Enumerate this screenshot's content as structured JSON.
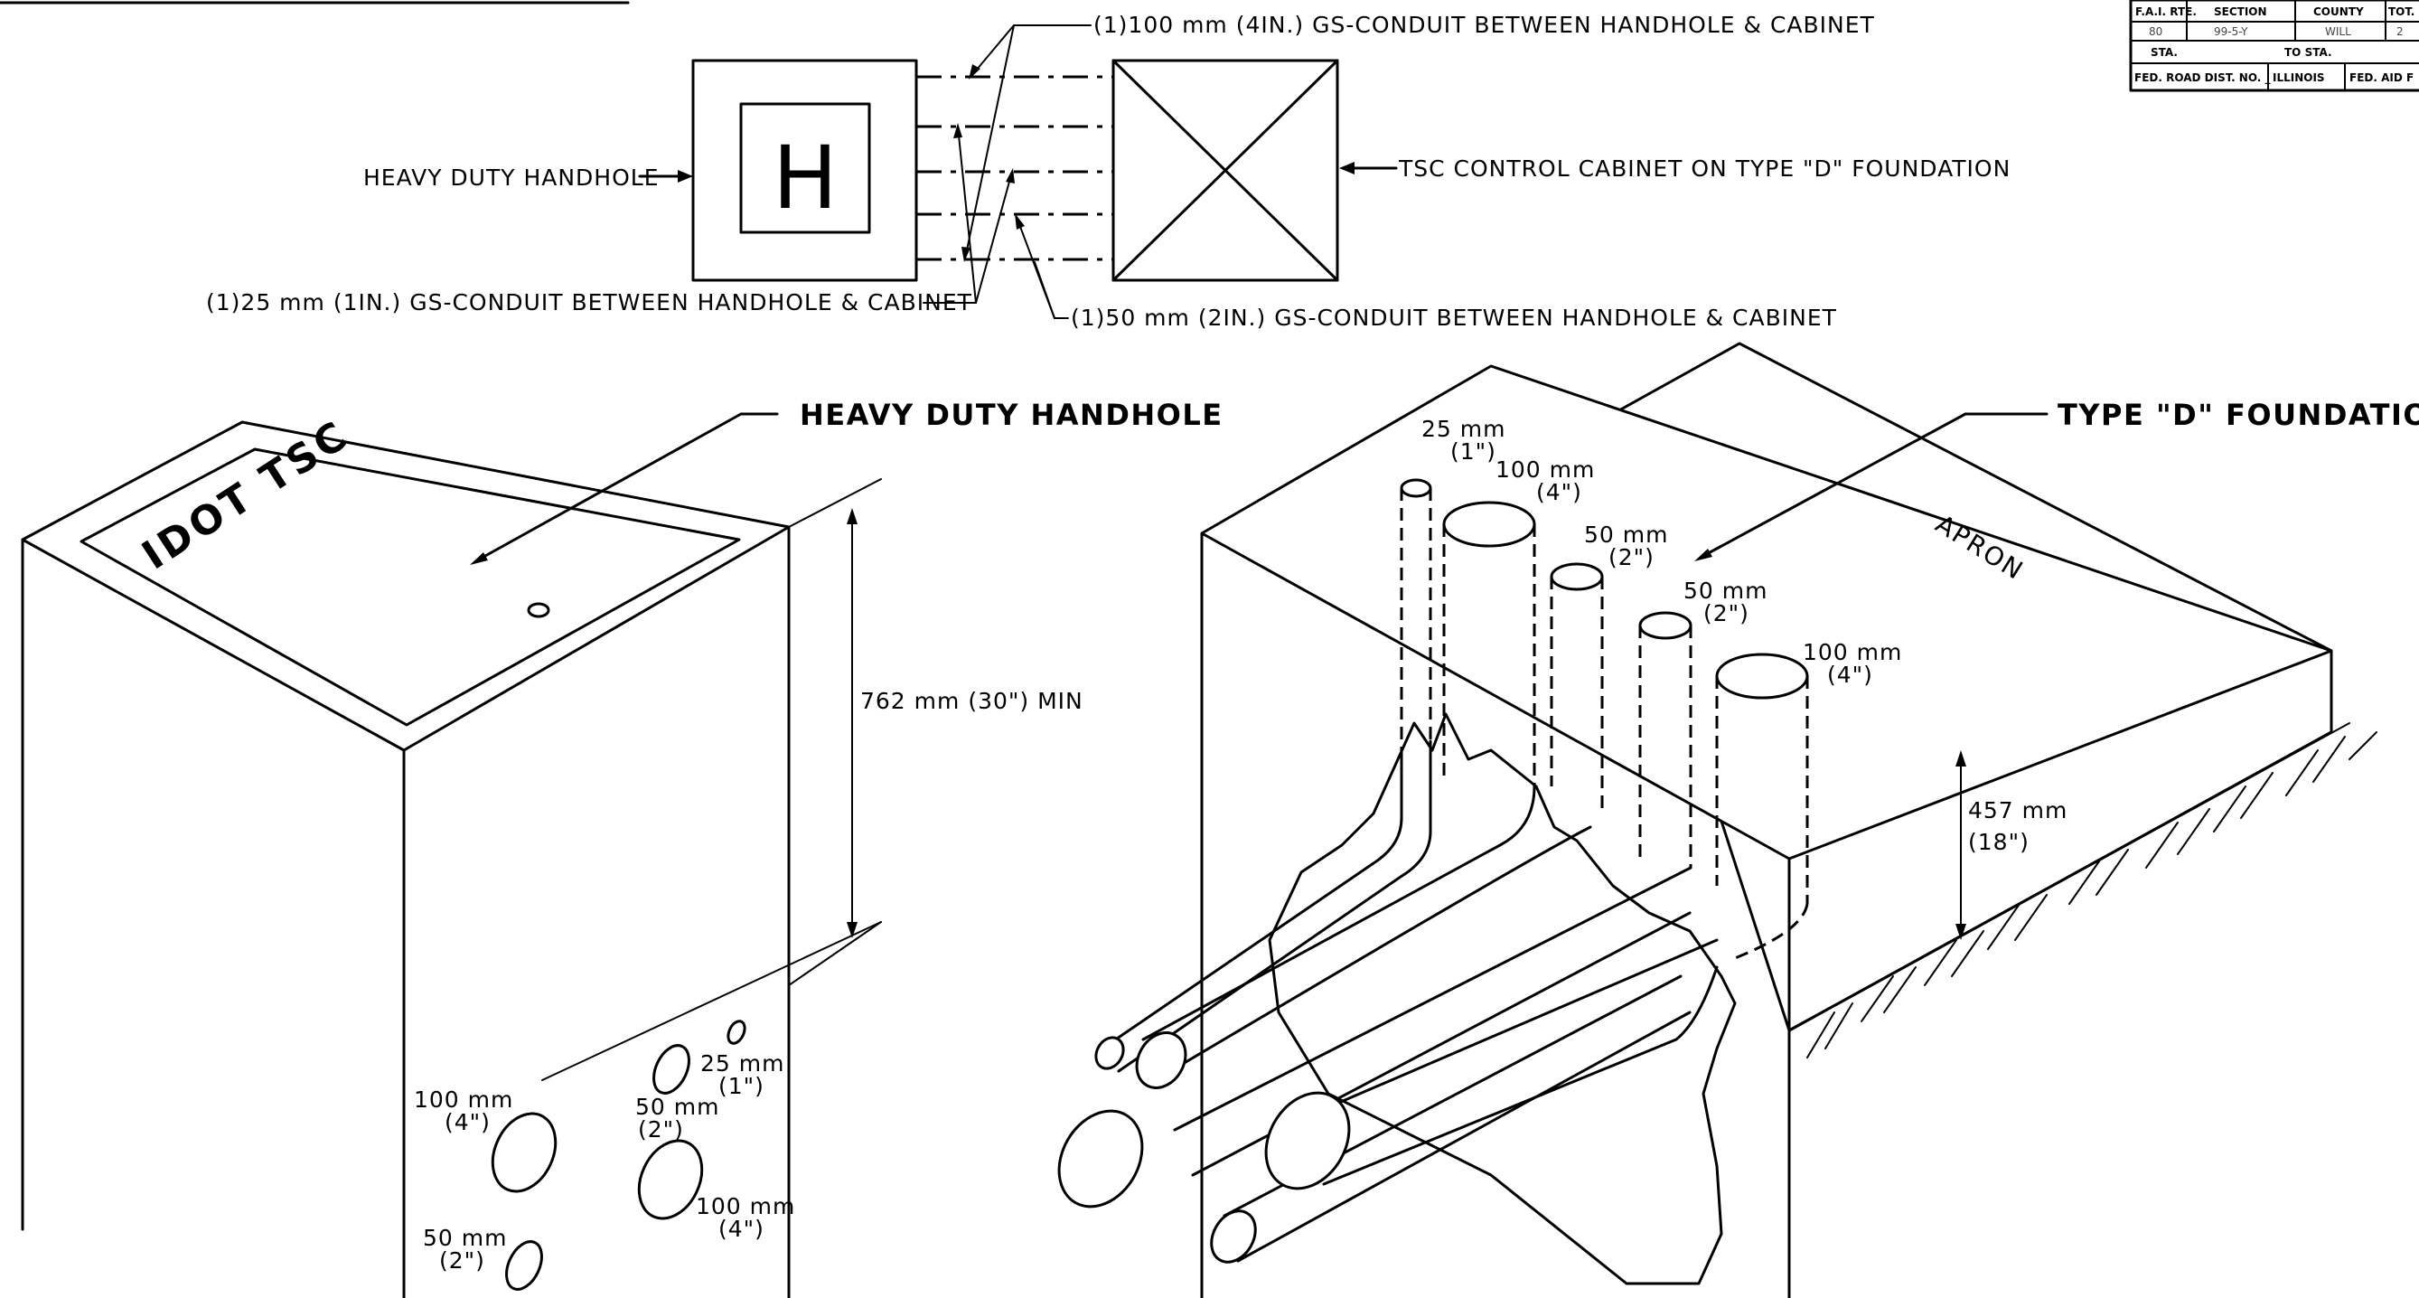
{
  "title_block": {
    "headers": [
      "F.A.I. RTE.",
      "SECTION",
      "COUNTY",
      "TOTAL SHEETS"
    ],
    "header_short": [
      "F.A.I. RTE.",
      "SECTION",
      "COUNTY",
      "TOT. SHE."
    ],
    "values": [
      "80",
      "99-5-Y",
      "WILL",
      "2"
    ],
    "sta_label": "STA.",
    "to_sta_label": "TO STA.",
    "bottom_left": "FED. ROAD DIST. NO. _",
    "bottom_mid": "ILLINOIS",
    "bottom_right": "FED. AID F"
  },
  "plan_view": {
    "handhole_letter": "H",
    "label_handhole": "HEAVY DUTY HANDHOLE",
    "label_cabinet": "TSC CONTROL CABINET ON TYPE \"D\" FOUNDATION",
    "label_conduit_100": "(1)100 mm (4IN.) GS-CONDUIT BETWEEN HANDHOLE & CABINET",
    "label_conduit_25": "(1)25 mm (1IN.) GS-CONDUIT BETWEEN HANDHOLE & CABINET",
    "label_conduit_50": "(1)50 mm (2IN.) GS-CONDUIT BETWEEN HANDHOLE & CABINET"
  },
  "handhole_view": {
    "title": "HEAVY DUTY HANDHOLE",
    "lid_text": "IDOT TSC",
    "depth_dim": "762 mm (30\") MIN",
    "openings": [
      {
        "metric": "100 mm",
        "imperial": "(4\")"
      },
      {
        "metric": "25 mm",
        "imperial": "(1\")"
      },
      {
        "metric": "50 mm",
        "imperial": "(2\")"
      },
      {
        "metric": "100 mm",
        "imperial": "(4\")"
      },
      {
        "metric": "50 mm",
        "imperial": "(2\")"
      }
    ]
  },
  "foundation_view": {
    "title": "TYPE \"D\" FOUNDATION",
    "apron_label": "APRON",
    "depth_metric": "457 mm",
    "depth_imperial": "(18\")",
    "conduits": [
      {
        "metric": "25 mm",
        "imperial": "(1\")"
      },
      {
        "metric": "100 mm",
        "imperial": "(4\")"
      },
      {
        "metric": "50 mm",
        "imperial": "(2\")"
      },
      {
        "metric": "50 mm",
        "imperial": "(2\")"
      },
      {
        "metric": "100 mm",
        "imperial": "(4\")"
      }
    ]
  }
}
